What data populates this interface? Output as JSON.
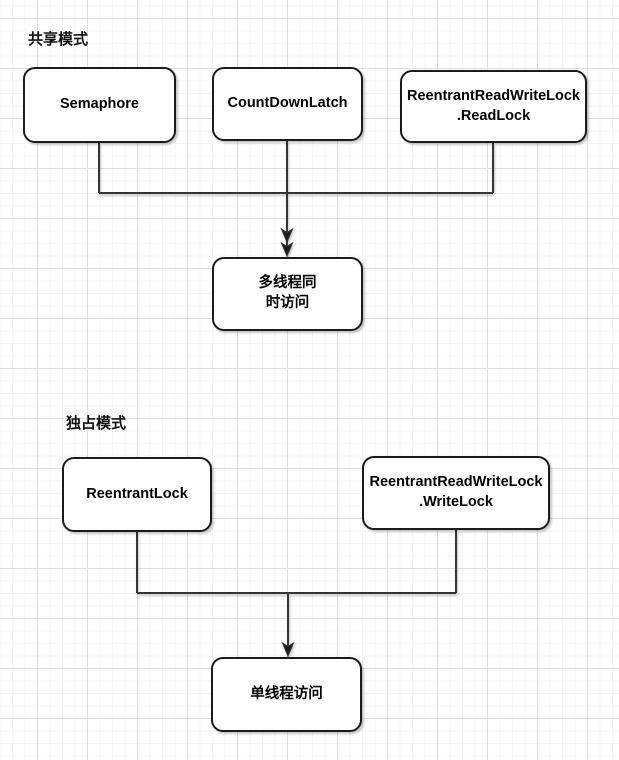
{
  "diagram": {
    "colors": {
      "node_fill": "#ffffff",
      "node_border": "#1b1b1b",
      "edge": "#353535",
      "text": "#000000",
      "grid_major": "#e0e0e0",
      "grid_minor": "#f4f4f4"
    },
    "sections": [
      {
        "title": "共享模式",
        "nodes": [
          {
            "label": "Semaphore"
          },
          {
            "label": "CountDownLatch"
          },
          {
            "label": "ReentrantReadWriteLock\n.ReadLock"
          }
        ],
        "result": {
          "label": "多线程同\n时访问"
        }
      },
      {
        "title": "独占模式",
        "nodes": [
          {
            "label": "ReentrantLock"
          },
          {
            "label": "ReentrantReadWriteLock\n.WriteLock"
          }
        ],
        "result": {
          "label": "单线程访问"
        }
      }
    ]
  }
}
